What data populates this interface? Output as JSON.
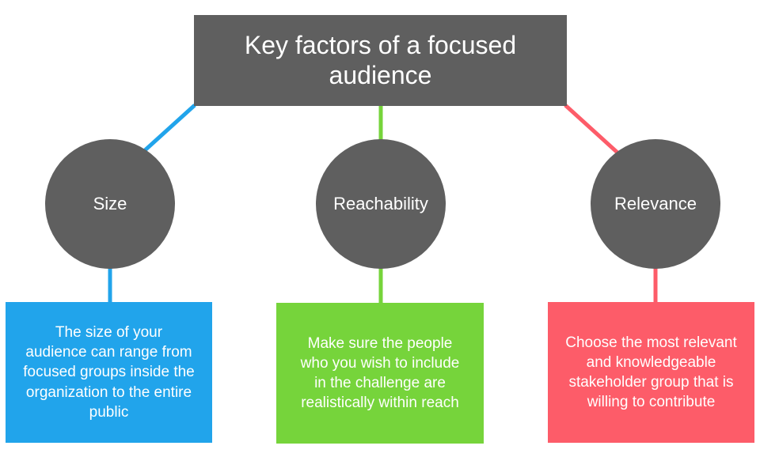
{
  "title": "Key factors of a focused audience",
  "factors": [
    {
      "label": "Size",
      "description": "The size of your audience can range from focused groups inside the organization to the entire public",
      "color": "#21a4eb"
    },
    {
      "label": "Reachability",
      "description": "Make sure the people who you wish to include in the challenge are realistically within reach",
      "color": "#76d43b"
    },
    {
      "label": "Relevance",
      "description": "Choose the most relevant and knowledgeable stakeholder group that is willing to contribute",
      "color": "#fd5c69"
    }
  ],
  "colors": {
    "node_fill": "#5f5f5f",
    "text": "#ffffff"
  }
}
